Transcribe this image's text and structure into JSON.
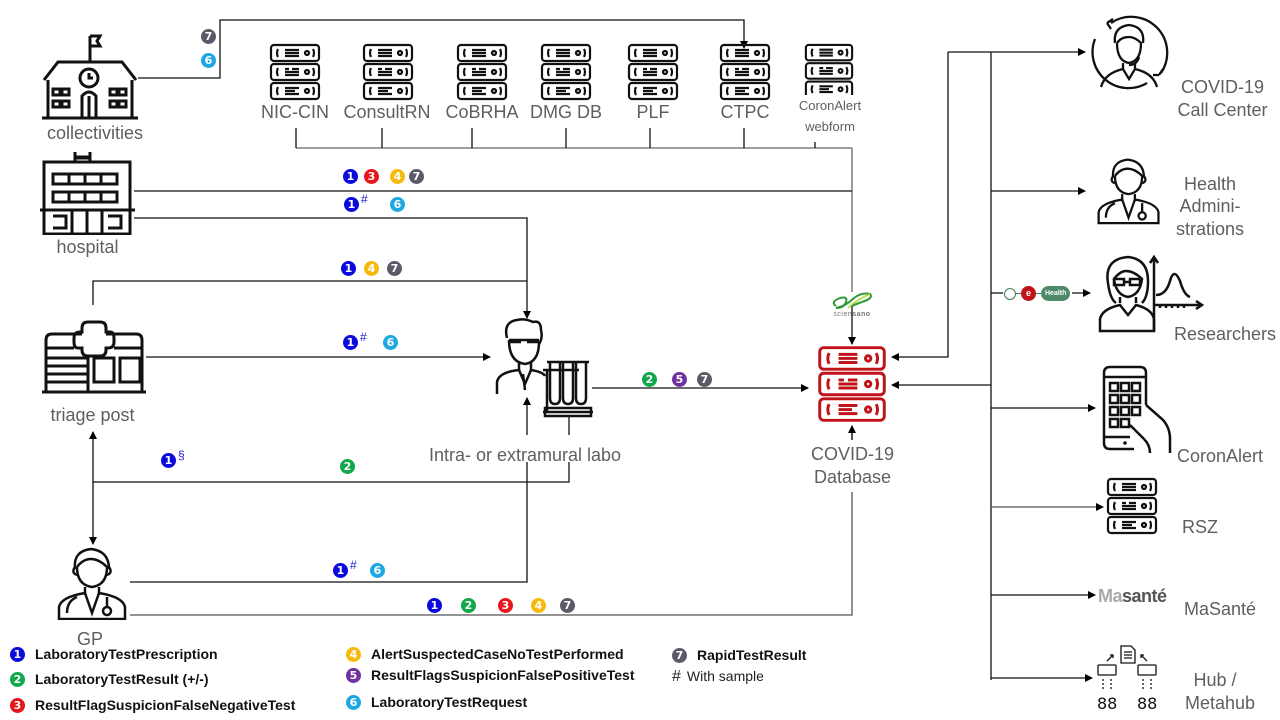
{
  "sources": {
    "collectivities": "collectivities",
    "hospital": "hospital",
    "triage_post": "triage post",
    "gp": "GP"
  },
  "databases": [
    {
      "label": "NIC-CIN"
    },
    {
      "label": "ConsultRN"
    },
    {
      "label": "CoBRHA"
    },
    {
      "label": "DMG DB"
    },
    {
      "label": "PLF"
    },
    {
      "label": "CTPC"
    },
    {
      "label_line1": "CoronAlert",
      "label_line2": "webform"
    }
  ],
  "lab": {
    "label": "Intra- or extramural labo"
  },
  "central_db": {
    "line1": "COVID-19",
    "line2": "Database",
    "logo_text_a": "scien",
    "logo_text_b": "sano"
  },
  "consumers": {
    "call_center": {
      "line1": "COVID-19",
      "line2": "Call Center"
    },
    "health_admin": {
      "line1": "Health",
      "line2": "Admini-",
      "line3": "strations"
    },
    "researchers": {
      "label": "Researchers",
      "ehealth_e": "e",
      "ehealth_text": "Health"
    },
    "coronalert": {
      "label": "CoronAlert"
    },
    "rsz": {
      "label": "RSZ"
    },
    "masante": {
      "label": "MaSanté",
      "logo_ma": "Ma",
      "logo_sante": "santé"
    },
    "hub": {
      "line1": "Hub /",
      "line2": "Metahub"
    }
  },
  "message_colors": {
    "1": "#0a0adc",
    "2": "#10a84a",
    "3": "#e8161c",
    "4": "#f5b90f",
    "5": "#7030a0",
    "6": "#1ea7e1",
    "7": "#5a5a6a"
  },
  "flows": {
    "collectivities_ctpc": [
      "7",
      "6"
    ],
    "hospital_db": [
      "1",
      "3",
      "4",
      "7"
    ],
    "hospital_lab": [
      "1",
      "6"
    ],
    "triage_db": [
      "1",
      "4",
      "7"
    ],
    "triage_lab": [
      "1",
      "6"
    ],
    "lab_db": [
      "2",
      "5",
      "7"
    ],
    "triage_gp_prescription": [
      "1"
    ],
    "lab_triage_gp_result": [
      "2"
    ],
    "gp_lab": [
      "1",
      "6"
    ],
    "gp_db": [
      "1",
      "2",
      "3",
      "4",
      "7"
    ],
    "with_sample_mark": "#",
    "section_mark": "§"
  },
  "legend": [
    {
      "num": "1",
      "label": "LaboratoryTestPrescription"
    },
    {
      "num": "2",
      "label": "LaboratoryTestResult (+/-)"
    },
    {
      "num": "3",
      "label": "ResultFlagSuspicionFalseNegativeTest"
    },
    {
      "num": "4",
      "label": "AlertSuspectedCaseNoTestPerformed"
    },
    {
      "num": "5",
      "label": "ResultFlagsSuspicionFalsePositiveTest"
    },
    {
      "num": "6",
      "label": "LaboratoryTestRequest"
    },
    {
      "num": "7",
      "label": "RapidTestResult"
    }
  ],
  "legend_note": {
    "symbol": "#",
    "text": "With sample"
  }
}
